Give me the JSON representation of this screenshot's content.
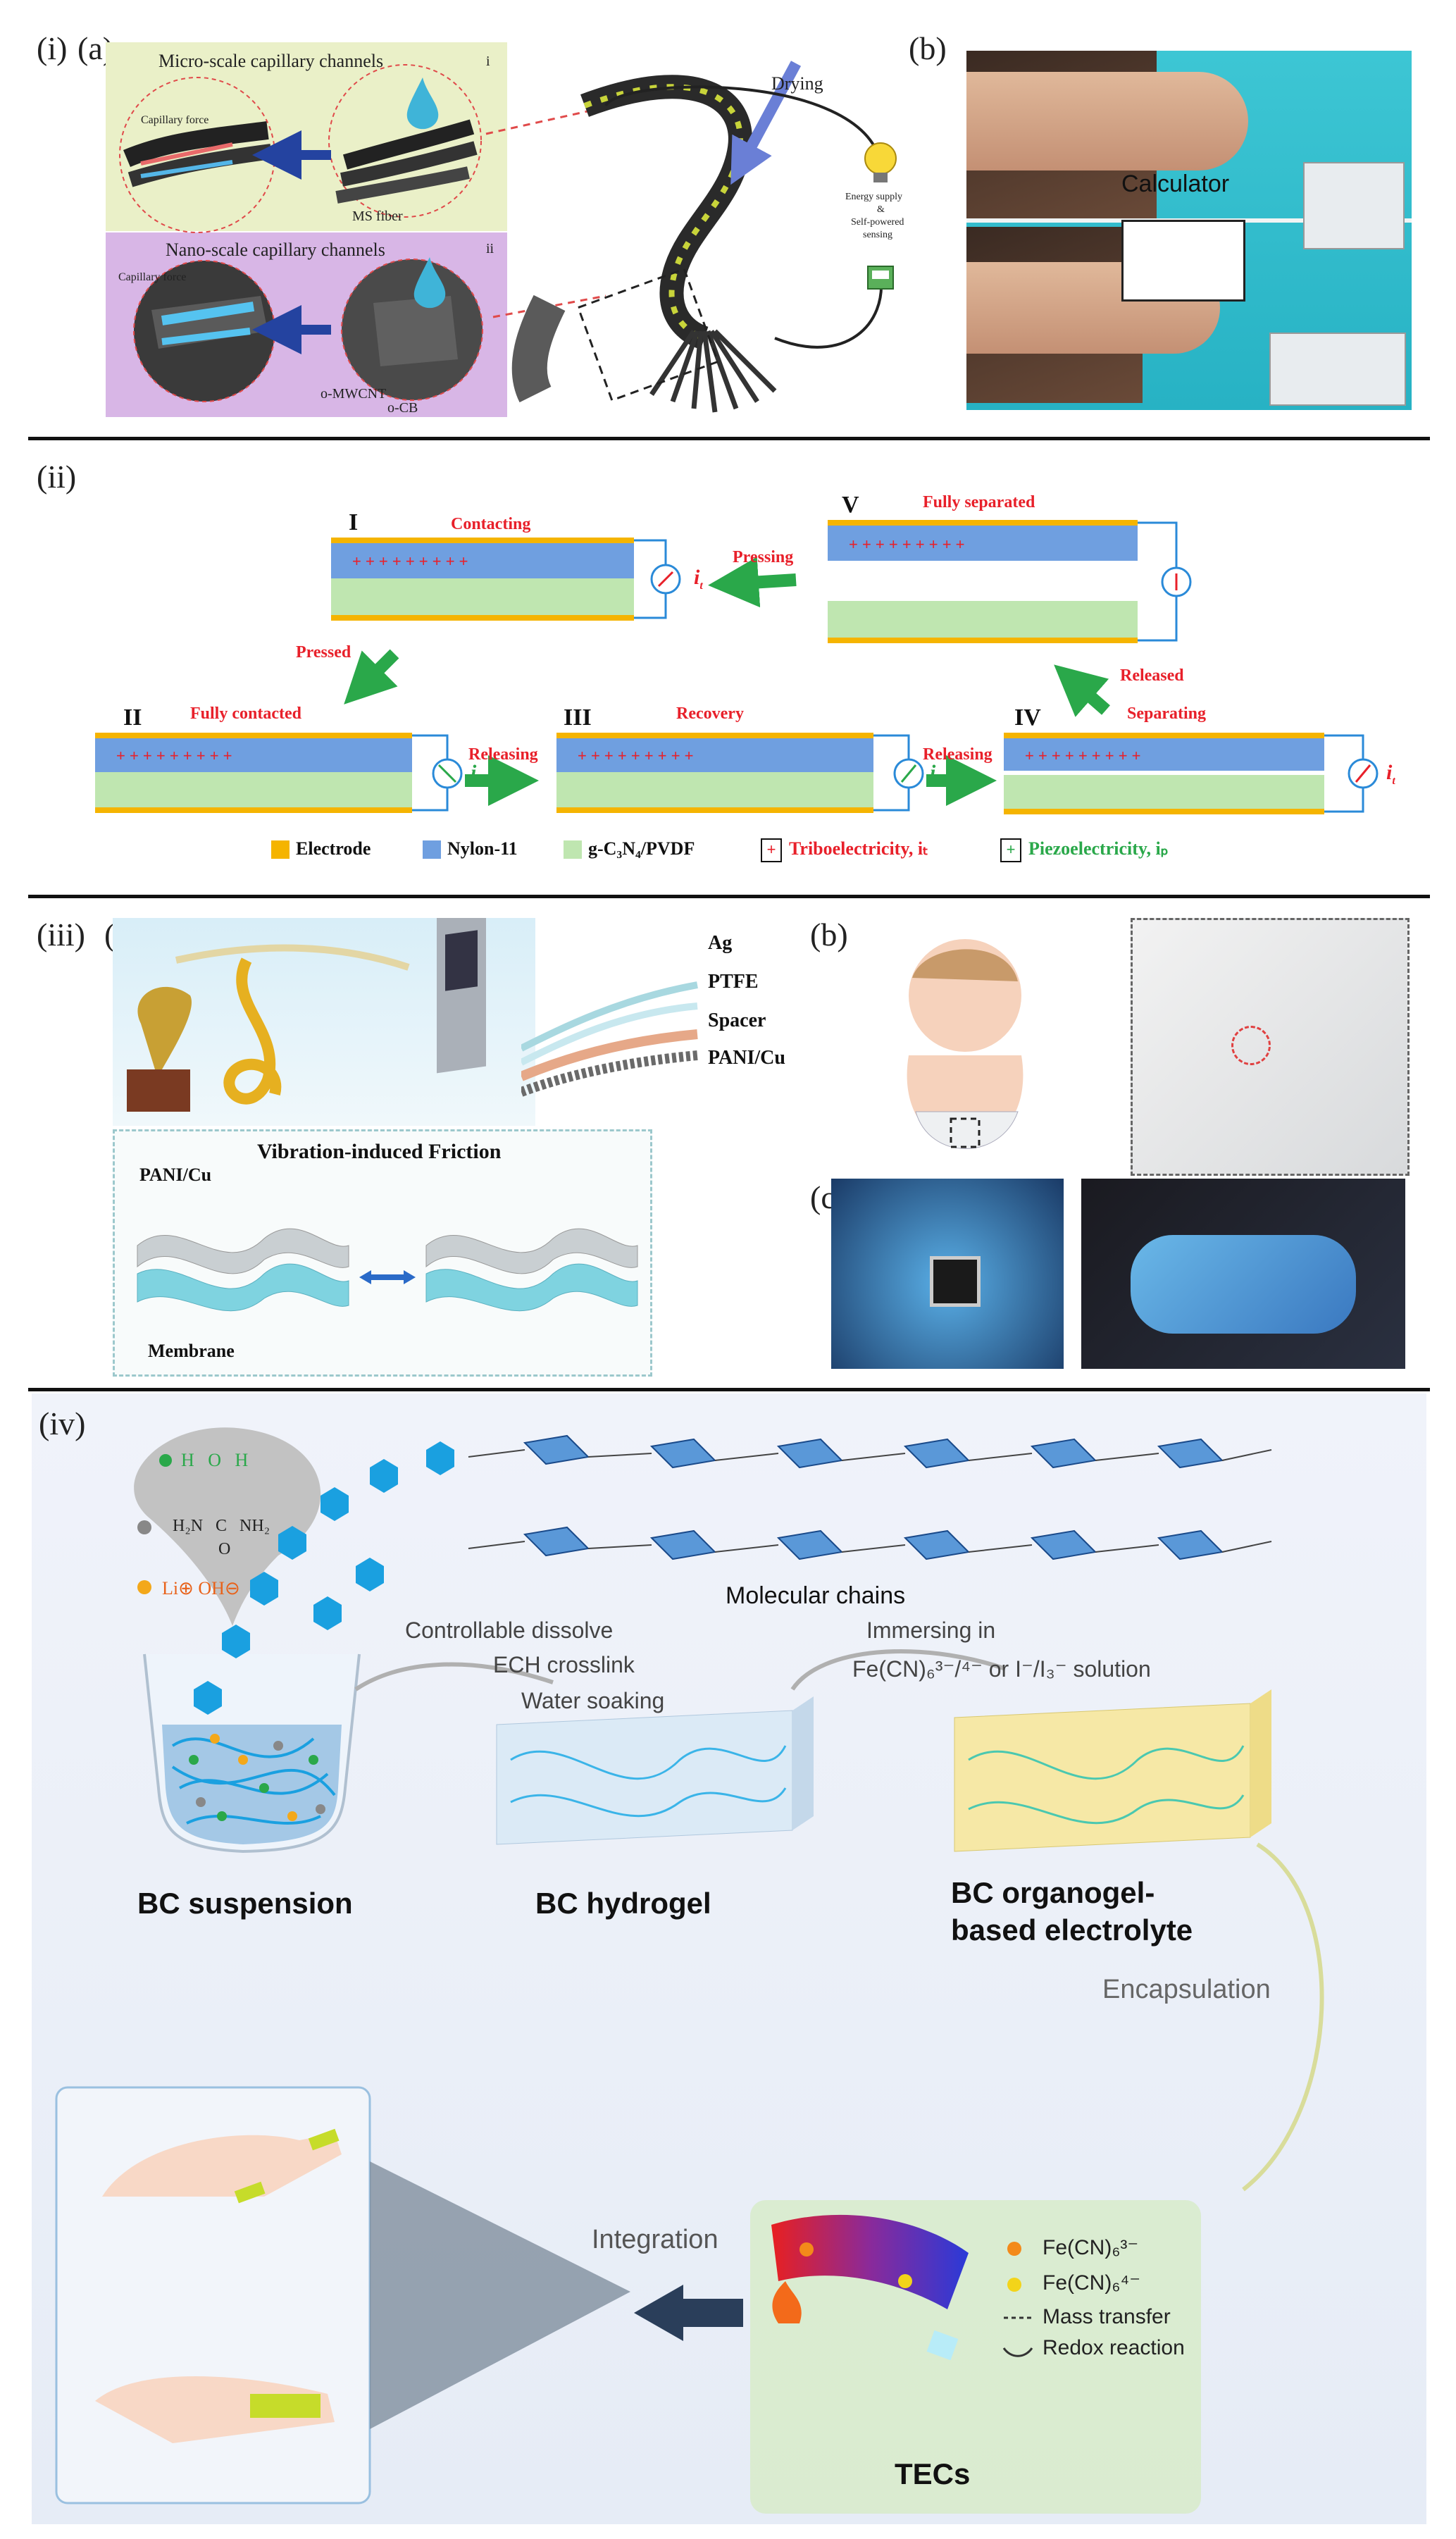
{
  "panel_i": {
    "label": "(i)",
    "sub_a": "(a)",
    "sub_b": "(b)",
    "micro_title": "Micro-scale capillary channels",
    "micro_roman": "i",
    "nano_title": "Nano-scale capillary channels",
    "nano_roman": "ii",
    "capillary_force": "Capillary force",
    "ms_fiber": "MS fiber",
    "o_mwcnt": "o-MWCNT",
    "o_cb": "o-CB",
    "drying": "Drying",
    "energy_supply": "Energy supply",
    "amp": "&",
    "self_powered": "Self-powered",
    "sensing": "sensing",
    "calculator": "Calculator"
  },
  "panel_ii": {
    "label": "(ii)",
    "stage_I": "I",
    "stage_I_text": "Contacting",
    "stage_V": "V",
    "stage_V_text": "Fully separated",
    "stage_II": "II",
    "stage_II_text": "Fully contacted",
    "stage_III": "III",
    "stage_III_text": "Recovery",
    "stage_IV": "IV",
    "stage_IV_text": "Separating",
    "pressing": "Pressing",
    "pressed": "Pressed",
    "released": "Released",
    "releasing": "Releasing",
    "legend": {
      "electrode": "Electrode",
      "nylon": "Nylon-11",
      "gcn": "g-C₃N₄/PVDF",
      "tribo": "Triboelectricity, iₜ",
      "piezo": "Piezoelectricity, iₚ"
    },
    "colors": {
      "electrode": "#f5b400",
      "nylon": "#6f9fe0",
      "gcn": "#bfe6b0",
      "red": "#e8202a",
      "green": "#2aa84a"
    }
  },
  "panel_iii": {
    "label": "(iii)",
    "sub_a": "(a)",
    "sub_b": "(b)",
    "sub_c": "(c)",
    "layer_ag": "Ag",
    "layer_ptfe": "PTFE",
    "layer_spacer": "Spacer",
    "layer_pani": "PANI/Cu",
    "pani_cu": "PANI/Cu",
    "vibration": "Vibration-induced Friction",
    "membrane": "Membrane"
  },
  "panel_iv": {
    "label": "(iv)",
    "water_formula": "H   O   H",
    "urea_formula": "H₂N   C   NH₂",
    "urea_o": "O",
    "lioh": "Li⊕  OH⊖",
    "molecular_chains": "Molecular chains",
    "controllable_dissolve": "Controllable dissolve",
    "ech_crosslink": "ECH crosslink",
    "water_soaking": "Water soaking",
    "immersing_in": "Immersing in",
    "solution": "Fe(CN)₆³⁻/⁴⁻ or I⁻/I₃⁻ solution",
    "bc_suspension": "BC suspension",
    "bc_hydrogel": "BC hydrogel",
    "bc_organogel": "BC organogel-",
    "based_electrolyte": "based electrolyte",
    "encapsulation": "Encapsulation",
    "integration": "Integration",
    "legend_fe3": "Fe(CN)₆³⁻",
    "legend_fe4": "Fe(CN)₆⁴⁻",
    "legend_mass": "Mass transfer",
    "legend_redox": "Redox reaction",
    "tecs": "TECs"
  }
}
